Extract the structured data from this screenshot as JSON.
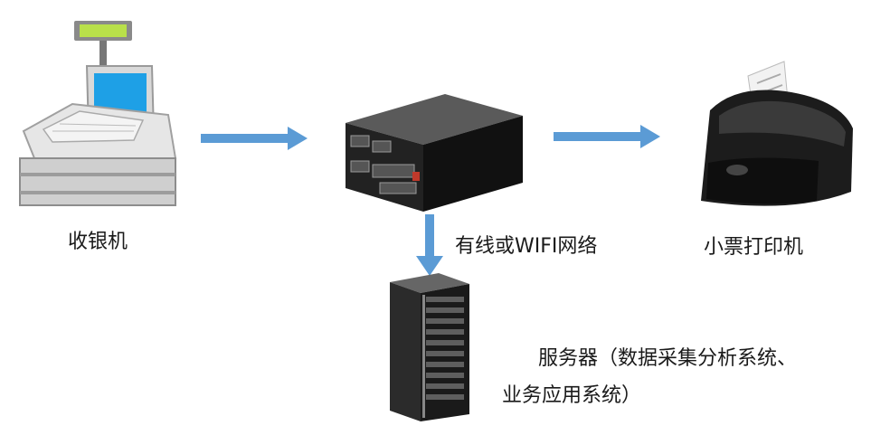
{
  "labels": {
    "cash_register": "收银机",
    "network": "有线或WIFI网络",
    "printer": "小票打印机",
    "server_line1": "服务器（数据采集分析系统、",
    "server_line2": "业务应用系统）"
  },
  "colors": {
    "arrow": "#5b9bd5",
    "text": "#1a1a1a",
    "screen": "#1ea0e6",
    "display": "#b9e04a"
  },
  "icons": [
    "cash-register-icon",
    "collector-box-icon",
    "receipt-printer-icon",
    "server-rack-icon"
  ]
}
